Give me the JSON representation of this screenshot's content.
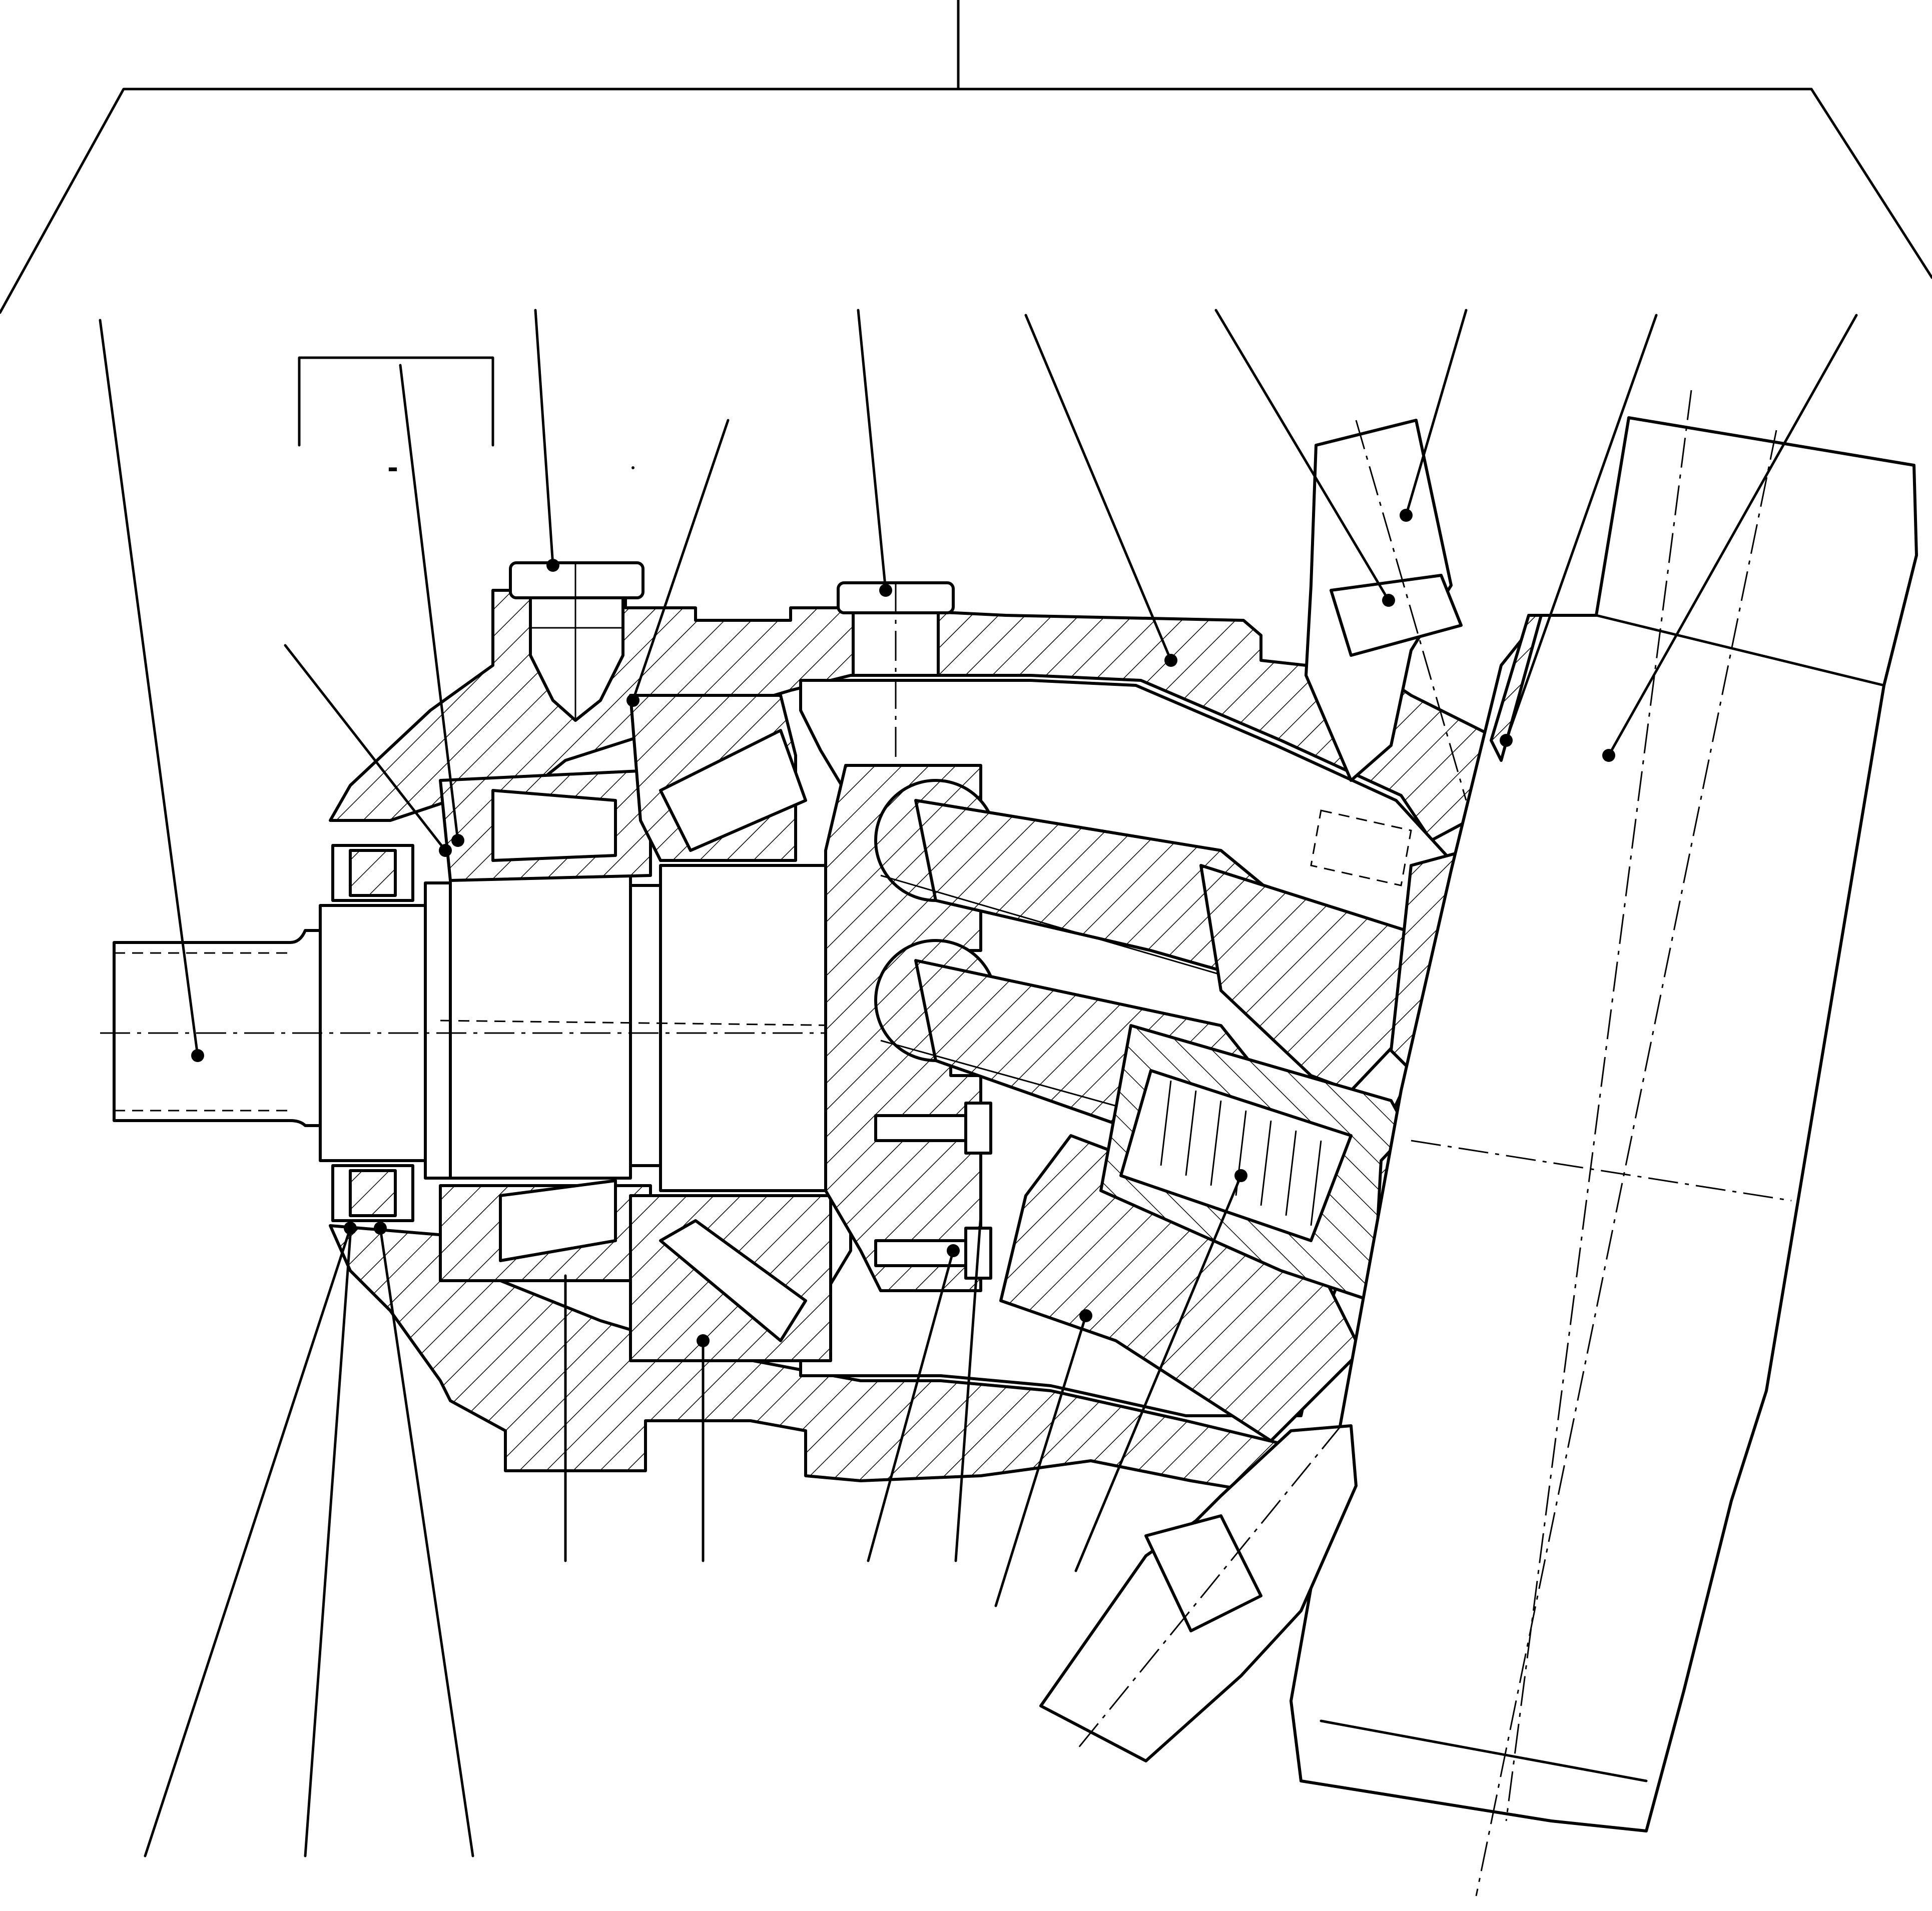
{
  "drawing": {
    "colors": {
      "ink": "#000000",
      "paper": "#ffffff"
    },
    "group_box_label": "-",
    "callouts": [
      {
        "id": "c1",
        "name": "callout-output-shaft"
      },
      {
        "id": "c2",
        "name": "callout-plug-front"
      },
      {
        "id": "c3",
        "name": "callout-spacer-ring"
      },
      {
        "id": "c4",
        "name": "callout-plug-top"
      },
      {
        "id": "c5",
        "name": "callout-housing"
      },
      {
        "id": "c6",
        "name": "callout-nut"
      },
      {
        "id": "c7",
        "name": "callout-stop-screw"
      },
      {
        "id": "c8",
        "name": "callout-o-ring"
      },
      {
        "id": "c9",
        "name": "callout-port-plate"
      },
      {
        "id": "c10",
        "name": "callout-retaining-ring"
      },
      {
        "id": "c11",
        "name": "callout-circlip"
      },
      {
        "id": "c12",
        "name": "callout-shim"
      },
      {
        "id": "c13",
        "name": "callout-seal-ring"
      },
      {
        "id": "c14",
        "name": "callout-taper-bearing-front"
      },
      {
        "id": "c15",
        "name": "callout-taper-bearing-rear"
      },
      {
        "id": "c16",
        "name": "callout-cap-screw"
      },
      {
        "id": "c17",
        "name": "callout-retainer-plate"
      },
      {
        "id": "c18",
        "name": "callout-cylinder-block"
      },
      {
        "id": "c19",
        "name": "callout-spring"
      }
    ]
  }
}
